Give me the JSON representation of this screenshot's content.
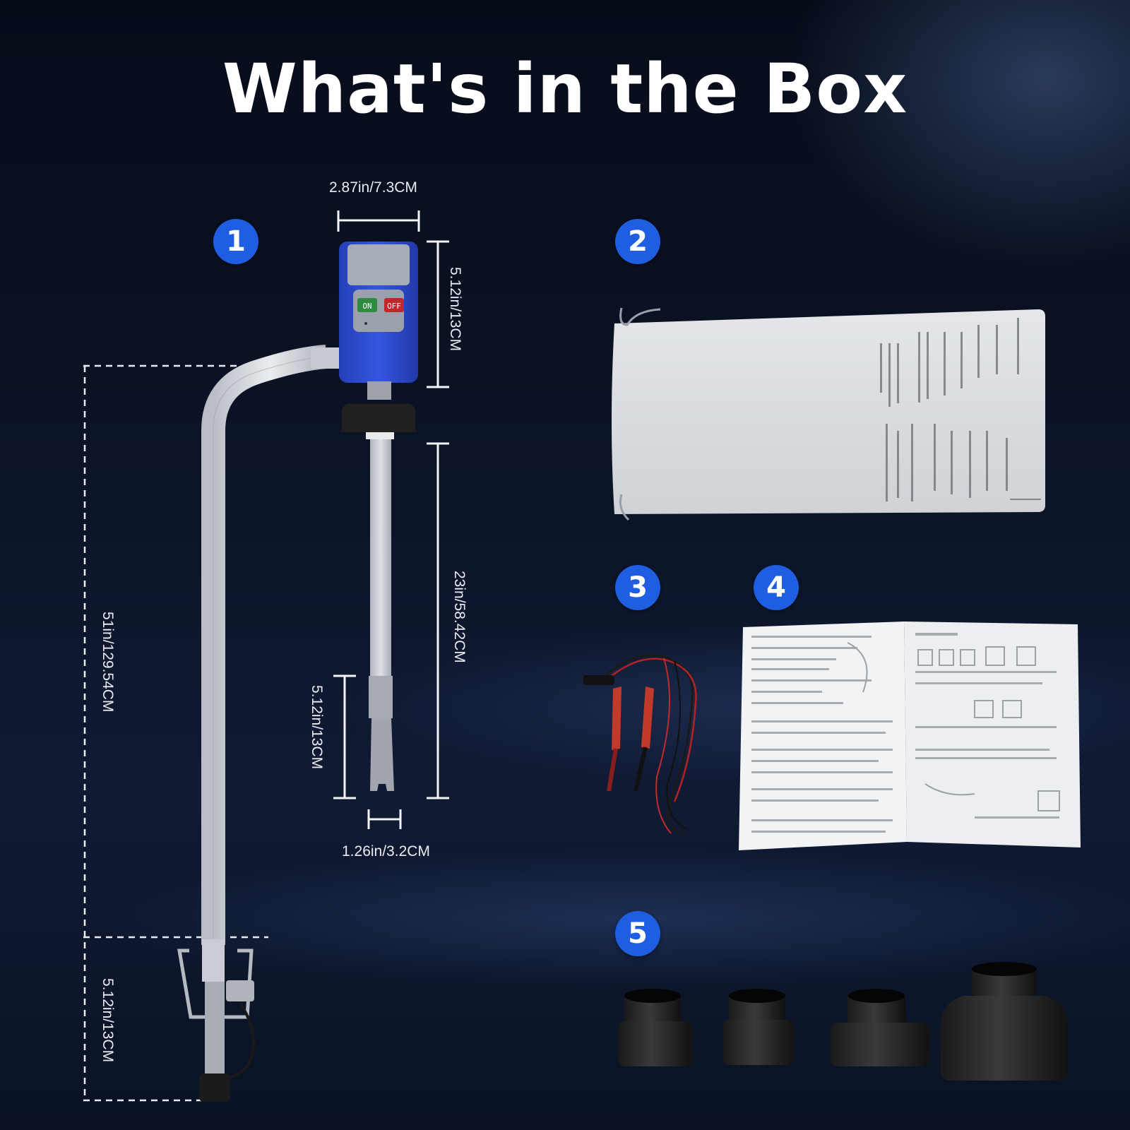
{
  "title": "What's in the Box",
  "badges": [
    "1",
    "2",
    "3",
    "4",
    "5"
  ],
  "dimensions": {
    "pump_width": "2.87in/7.3CM",
    "pump_height": "5.12in/13CM",
    "suction_tube": "23in/58.42CM",
    "filter_length": "5.12in/13CM",
    "filter_width": "1.26in/3.2CM",
    "hose_length": "51in/129.54CM",
    "nozzle_length": "5.12in/13CM"
  },
  "pump": {
    "on_label": "ON",
    "off_label": "OFF"
  },
  "colors": {
    "badge": "#1f5ee0",
    "pump_body": "#2f4fd8",
    "background": "#0b1122"
  }
}
